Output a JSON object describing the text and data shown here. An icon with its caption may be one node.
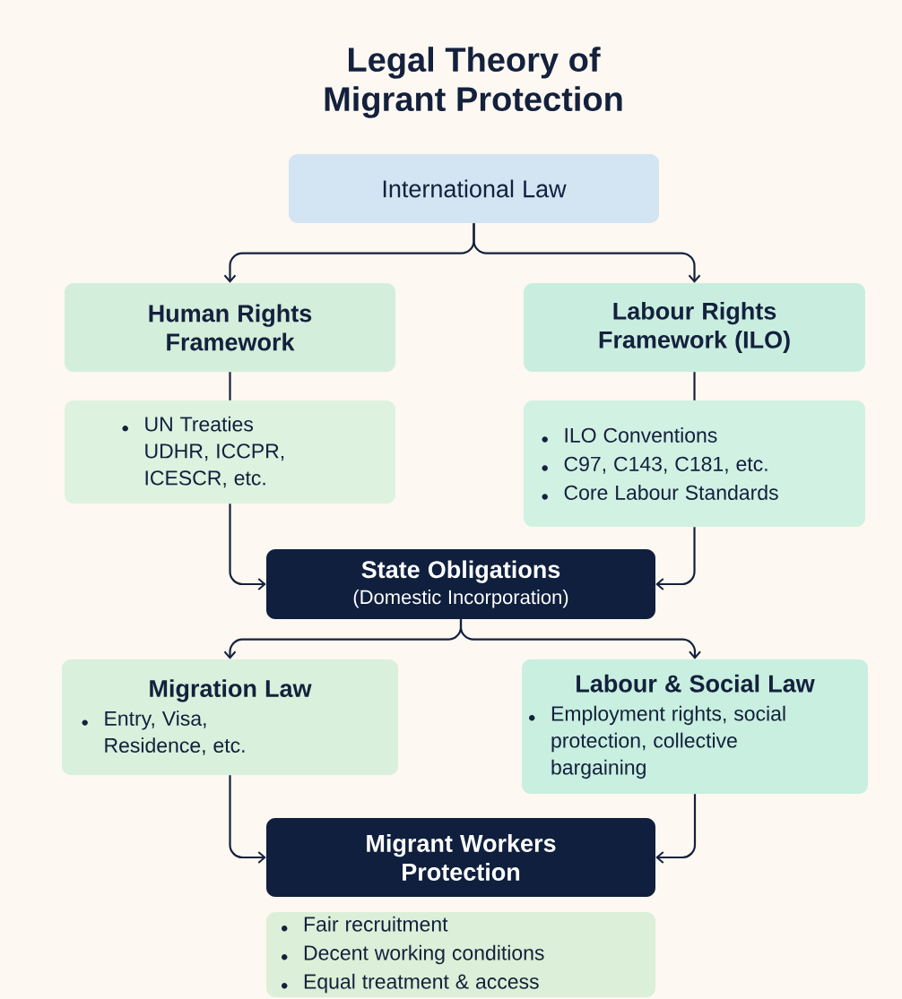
{
  "diagram": {
    "title": "Legal Theory of Migrant Protection",
    "nodes": [
      {
        "text": [
          "International Law"
        ]
      },
      {
        "text": [
          "Human Rights Framework"
        ]
      },
      {
        "text": [
          "Labour Rights Framework (ILO)"
        ]
      },
      {
        "text": [
          "UN Treaties UDHR, ICCPR, ICESCR, etc."
        ]
      },
      {
        "text": [
          "ILO Conventions",
          "C97, C143, C181, etc.",
          "Core Labour Standards"
        ]
      },
      {
        "text": [
          "State Obligations",
          "(Domestic Incorporation)"
        ]
      },
      {
        "text": [
          "Migration Law",
          "Entry, Visa, Residence, etc."
        ]
      },
      {
        "text": [
          "Labour & Social Law",
          "Employment rights, social protection, collective bargaining"
        ]
      },
      {
        "text": [
          "Migrant Workers Protection"
        ]
      },
      {
        "text": [
          "Fair recruitment",
          "Decent working conditions",
          "Equal treatment & access"
        ]
      }
    ],
    "edges": [
      {
        "from": 0,
        "to": 1,
        "arrow": "to"
      },
      {
        "from": 0,
        "to": 2,
        "arrow": "to"
      },
      {
        "from": 1,
        "to": 3,
        "arrow": "none"
      },
      {
        "from": 2,
        "to": 4,
        "arrow": "none"
      },
      {
        "from": 3,
        "to": 5,
        "arrow": "to"
      },
      {
        "from": 4,
        "to": 5,
        "arrow": "to"
      },
      {
        "from": 5,
        "to": 6,
        "arrow": "to"
      },
      {
        "from": 5,
        "to": 7,
        "arrow": "to"
      },
      {
        "from": 6,
        "to": 8,
        "arrow": "to"
      },
      {
        "from": 7,
        "to": 8,
        "arrow": "to"
      }
    ]
  }
}
